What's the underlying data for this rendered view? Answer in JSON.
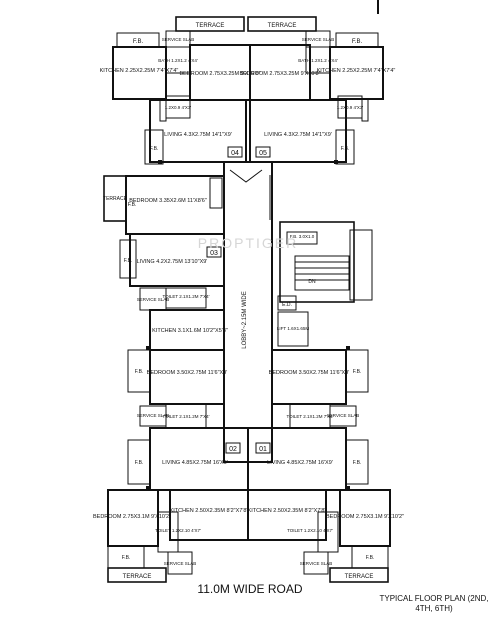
{
  "labels": {
    "terrace_top_l": "TERRACE",
    "terrace_top_r": "TERRACE",
    "fb_tl": "F.B.",
    "fb_tr": "F.B.",
    "service_slab_tl": "SERVICE SLAB",
    "service_slab_tr": "SERVICE SLAB",
    "bath_l": "BATH 1.2X1.2 4'X4'",
    "bath_r": "BATH 1.2X1.2 4'X4'",
    "kitchen_tl": "KITCHEN 2.25X2.25M 7'4\"X7'4\"",
    "kitchen_tr": "KITCHEN 2.25X2.25M 7'4\"X7'4\"",
    "bedroom_04": "BEDROOM 2.75X3.25M 9'X10'8\"",
    "bedroom_05": "BEDROOM 2.75X3.25M 9'X10'8\"",
    "wc_l": "1.2X0.9 4'X3'",
    "wc_r": "1.2X0.9 4'X3'",
    "living_04": "LIVING 4.3X2.75M 14'1\"X9'",
    "living_05": "LIVING 4.3X2.75M 14'1\"X9'",
    "fb_l_mid": "F.B.",
    "fb_r_mid": "F.B.",
    "unit_04": "04",
    "unit_05": "05",
    "terrace_left": "TERRACE",
    "bedroom_03": "BEDROOM 3.35X2.6M 11'X8'6\"",
    "fb_l2": "F.B.",
    "living_03": "LIVING 4.2X2.75M 13'10\"X9'",
    "unit_03": "03",
    "fb_l3": "F.B.",
    "fb_stair": "F.B. 3.0X1.0",
    "watermark": "PROPTIGER",
    "dn": "DN",
    "ed": "E.D.",
    "lobby": "LOBBY~2.15M WIDE",
    "service_slab_03": "SERVICE SLAB",
    "toilet_03": "TOILET 2.1X1.2M 7'X4'",
    "kitchen_03": "KITCHEN 3.1X1.6M 10'2\"X5'3\"",
    "lift": "LIFT 1.6X1.65M",
    "bedroom_02b": "BEDROOM 3.50X2.75M 11'6\"X9'",
    "bedroom_01b": "BEDROOM 3.50X2.75M 11'6\"X9'",
    "fb_l4": "F.B.",
    "fb_r4": "F.B.",
    "service_slab_02": "SERVICE SLAB",
    "service_slab_01": "SERVICE SLAB",
    "toilet_02": "TOILET 2.1X1.2M 7'X4'",
    "toilet_01": "TOILET 2.1X1.2M 7'X4'",
    "unit_02": "02",
    "unit_01": "01",
    "living_02": "LIVING 4.85X2.75M 16'X9'",
    "living_01": "LIVING 4.85X2.75M 16'X9'",
    "fb_l5": "F.B.",
    "fb_r5": "F.B.",
    "bedroom_02a": "BEDROOM 2.75X3.1M 9'X10'2\"",
    "bedroom_01a": "BEDROOM 2.75X3.1M 9'X10'2\"",
    "kitchen_02": "KITCHEN 2.50X2.35M 8'2\"X7'8\"",
    "kitchen_01": "KITCHEN 2.50X2.35M 8'2\"X7'8\"",
    "toilet_02b": "TOILET 1.2X2.10 4'X7'",
    "toilet_01b": "TOILET 1.2X2.10 4'X7'",
    "fb_bl": "F.B.",
    "fb_br": "F.B.",
    "service_slab_bl": "SERVICE SLAB",
    "service_slab_br": "SERVICE SLAB",
    "terrace_bl": "TERRACE",
    "terrace_br": "TERRACE"
  },
  "road_label": "11.0M WIDE ROAD",
  "caption": "TYPICAL FLOOR PLAN (2ND, 4TH, 6TH)"
}
